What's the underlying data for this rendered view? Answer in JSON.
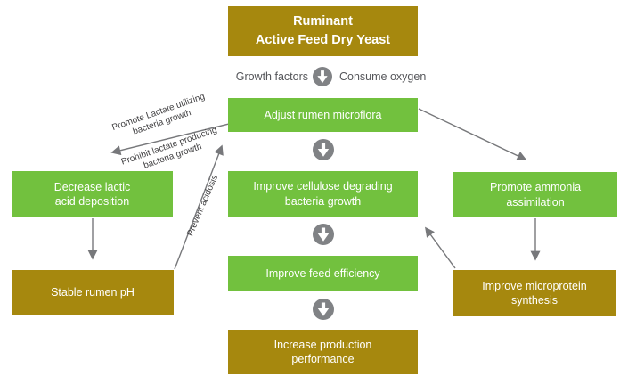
{
  "colors": {
    "green": "#72C13E",
    "gold": "#A6880E",
    "circle_gray": "#808285",
    "line_gray": "#77787B",
    "label_text": "#414042",
    "row_text": "#55565A"
  },
  "title_box": {
    "lines": [
      "Ruminant",
      "Active Feed Dry Yeast"
    ]
  },
  "top_row": {
    "left": "Growth factors",
    "right": "Consume oxygen"
  },
  "boxes": {
    "adjust": {
      "lines": [
        "Adjust rumen microflora"
      ]
    },
    "cellulose": {
      "lines": [
        "Improve cellulose degrading",
        "bacteria growth"
      ]
    },
    "feed": {
      "lines": [
        "Improve feed efficiency"
      ]
    },
    "production": {
      "lines": [
        "Increase production",
        "performance"
      ]
    },
    "decrease": {
      "lines": [
        "Decrease lactic",
        "acid deposition"
      ]
    },
    "stable": {
      "lines": [
        "Stable rumen pH"
      ]
    },
    "ammonia": {
      "lines": [
        "Promote ammonia",
        "assimilation"
      ]
    },
    "microprotein": {
      "lines": [
        "Improve microprotein",
        "synthesis"
      ]
    }
  },
  "edge_labels": {
    "promote": {
      "lines": [
        "Promote Lactate utilizing",
        "bacteria growth"
      ]
    },
    "prohibit": {
      "lines": [
        "Prohibit lactate producing",
        "bacteria growth"
      ]
    },
    "prevent": "Prevent acidosis"
  }
}
